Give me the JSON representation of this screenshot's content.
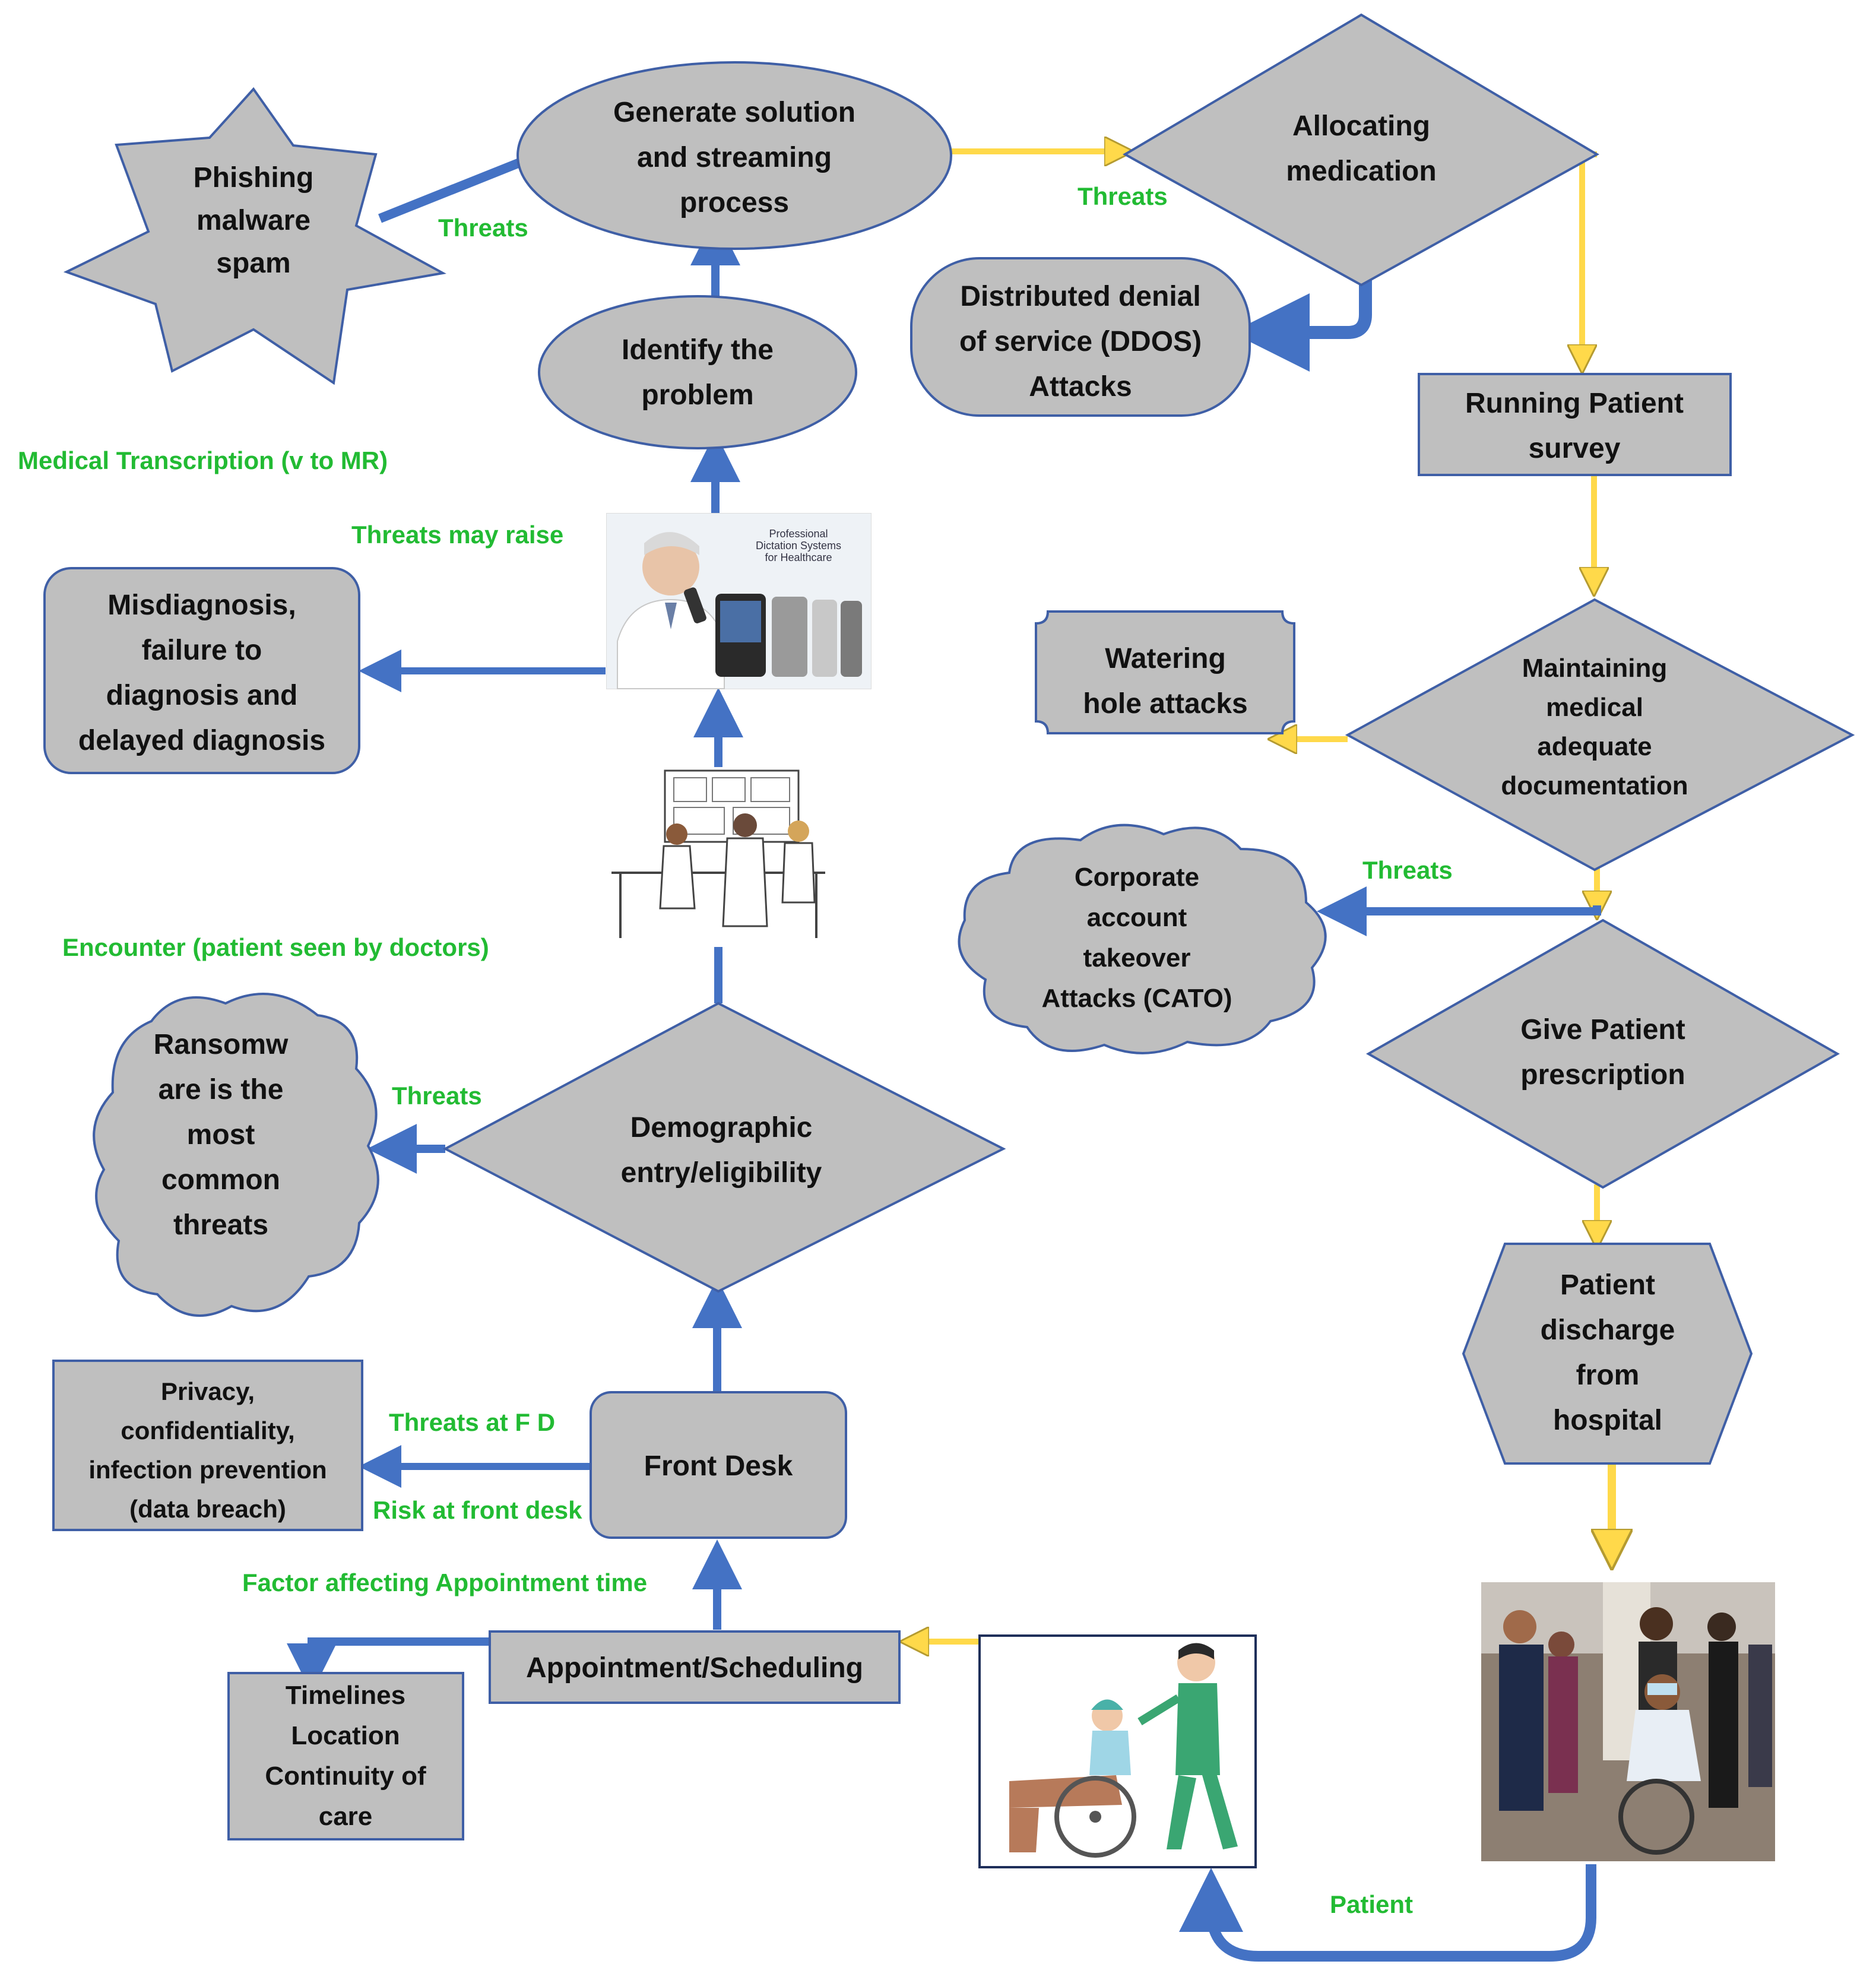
{
  "colors": {
    "node_fill": "#bfbfbf",
    "node_stroke": "#3f5fa6",
    "arrow_blue": "#4472c4",
    "arrow_yellow": "#ffd94a",
    "label_green": "#22bb33"
  },
  "nodes": {
    "phishing": [
      "Phishing",
      "malware",
      "spam"
    ],
    "generate": [
      "Generate solution",
      "and streaming",
      "process"
    ],
    "allocating": [
      "Allocating",
      "medication"
    ],
    "ddos": [
      "Distributed denial",
      "of service (DDOS)",
      "Attacks"
    ],
    "identify": [
      "Identify the",
      "problem"
    ],
    "running_survey": [
      "Running Patient",
      "survey"
    ],
    "misdiagnosis": [
      "Misdiagnosis,",
      "failure to",
      "diagnosis and",
      "delayed diagnosis"
    ],
    "watering": [
      "Watering",
      "hole attacks"
    ],
    "maintaining": [
      "Maintaining",
      "medical",
      "adequate",
      "documentation"
    ],
    "cato": [
      "Corporate",
      "account",
      "takeover",
      "Attacks (CATO)"
    ],
    "give_prescription": [
      "Give Patient",
      "prescription"
    ],
    "ransomware": [
      "Ransomw",
      "are is the",
      "most",
      "common",
      "threats"
    ],
    "demographic": [
      "Demographic",
      "entry/eligibility"
    ],
    "discharge": [
      "Patient",
      "discharge",
      "from",
      "hospital"
    ],
    "privacy": [
      "Privacy,",
      "confidentiality,",
      "infection prevention",
      "(data breach)"
    ],
    "front_desk": [
      "Front Desk"
    ],
    "appointment": [
      "Appointment/Scheduling"
    ],
    "timelines": [
      "Timelines",
      "Location",
      "Continuity of",
      "care"
    ]
  },
  "labels": {
    "threats_phishing": "Threats",
    "threats_allocating": "Threats",
    "medical_transcription": "Medical Transcription (v to MR)",
    "threats_may_raise": "Threats may raise",
    "threats_cato": "Threats",
    "encounter": "Encounter (patient seen by doctors)",
    "threats_ransomware": "Threats",
    "threats_fd": "Threats at F D",
    "risk_fd": "Risk at front desk",
    "factor_appointment": "Factor affecting Appointment time",
    "patient": "Patient"
  },
  "images": {
    "dictation_caption": [
      "Professional",
      "Dictation Systems",
      "for Healthcare"
    ]
  }
}
